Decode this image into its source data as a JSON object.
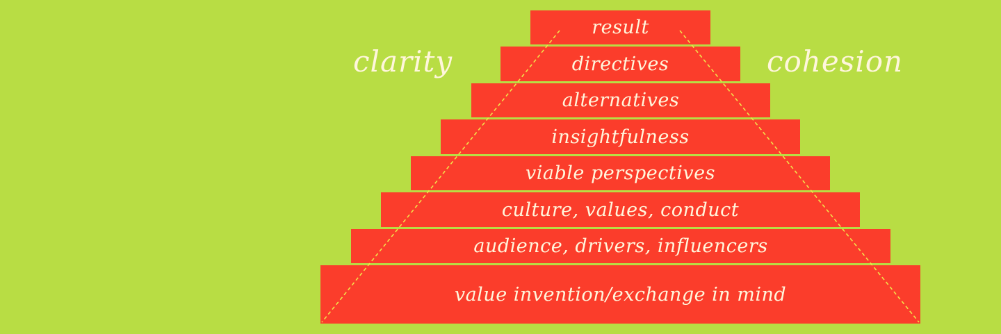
{
  "colors": {
    "background": "#b8dd44",
    "tier_fill": "#fb3d2b",
    "text": "#fff6dc",
    "guide_line": "#f2e24a"
  },
  "side_labels": {
    "left": "clarity",
    "right": "cohesion"
  },
  "tiers": [
    {
      "label": "result"
    },
    {
      "label": "directives"
    },
    {
      "label": "alternatives"
    },
    {
      "label": "insightfulness"
    },
    {
      "label": "viable perspectives"
    },
    {
      "label": "culture, values, conduct"
    },
    {
      "label": "audience, drivers, influencers"
    },
    {
      "label": "value invention/exchange in mind"
    }
  ]
}
